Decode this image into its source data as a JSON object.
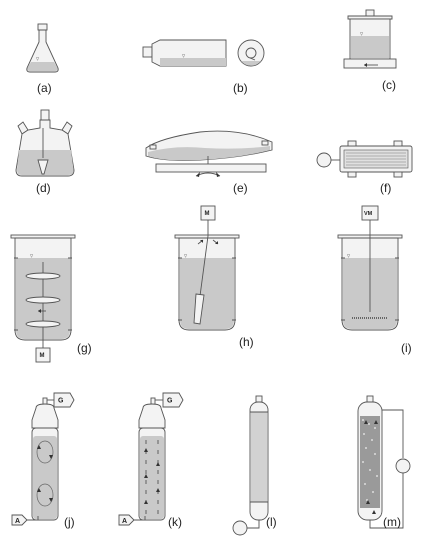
{
  "panels": [
    {
      "id": "a",
      "label": "(a)"
    },
    {
      "id": "b",
      "label": "(b)"
    },
    {
      "id": "c",
      "label": "(c)"
    },
    {
      "id": "d",
      "label": "(d)"
    },
    {
      "id": "e",
      "label": "(e)"
    },
    {
      "id": "f",
      "label": "(f)"
    },
    {
      "id": "g",
      "label": "(g)"
    },
    {
      "id": "h",
      "label": "(h)"
    },
    {
      "id": "i",
      "label": "(i)"
    },
    {
      "id": "j",
      "label": "(j)"
    },
    {
      "id": "k",
      "label": "(k)"
    },
    {
      "id": "l",
      "label": "(l)"
    },
    {
      "id": "m",
      "label": "(m)"
    }
  ],
  "motor_labels": {
    "g": "M",
    "h": "M",
    "i": "VM"
  },
  "gas_outlet_label": "G",
  "air_inlet_label": "A",
  "colors": {
    "liquid": "#c9c9c9",
    "outline": "#555555",
    "vessel": "#f3f3f3",
    "bed": "#9a9a9a"
  }
}
